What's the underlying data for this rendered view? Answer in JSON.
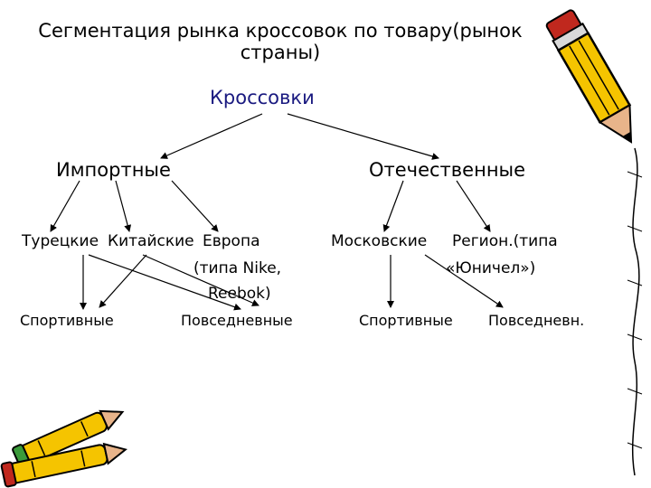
{
  "title": {
    "line1": "Сегментация рынка кроссовок по товару(рынок",
    "line2": "страны)"
  },
  "root": "Кроссовки",
  "level1": {
    "imported": "Импортные",
    "domestic": "Отечественные"
  },
  "level2": {
    "turkish": "Турецкие",
    "chinese": "Китайские",
    "europe_line1": "Европа",
    "europe_line2": "(типа Nike,",
    "europe_line3": "Reebok)",
    "moscow": "Московские",
    "regional_line1": "Регион.(типа",
    "regional_line2": "«Юничел»)"
  },
  "level3": {
    "sport_left": "Спортивные",
    "casual_left": "Повседневные",
    "sport_right": "Спортивные",
    "casual_right": "Повседневн."
  },
  "colors": {
    "root_text": "#1a1a80",
    "pencil_body": "#f5c400",
    "pencil_outline": "#000000",
    "pencil_tip": "#e8b48a",
    "pencil_eraser": "#c0281e"
  },
  "icons": [
    "pencil-icon",
    "crayon-icon"
  ]
}
